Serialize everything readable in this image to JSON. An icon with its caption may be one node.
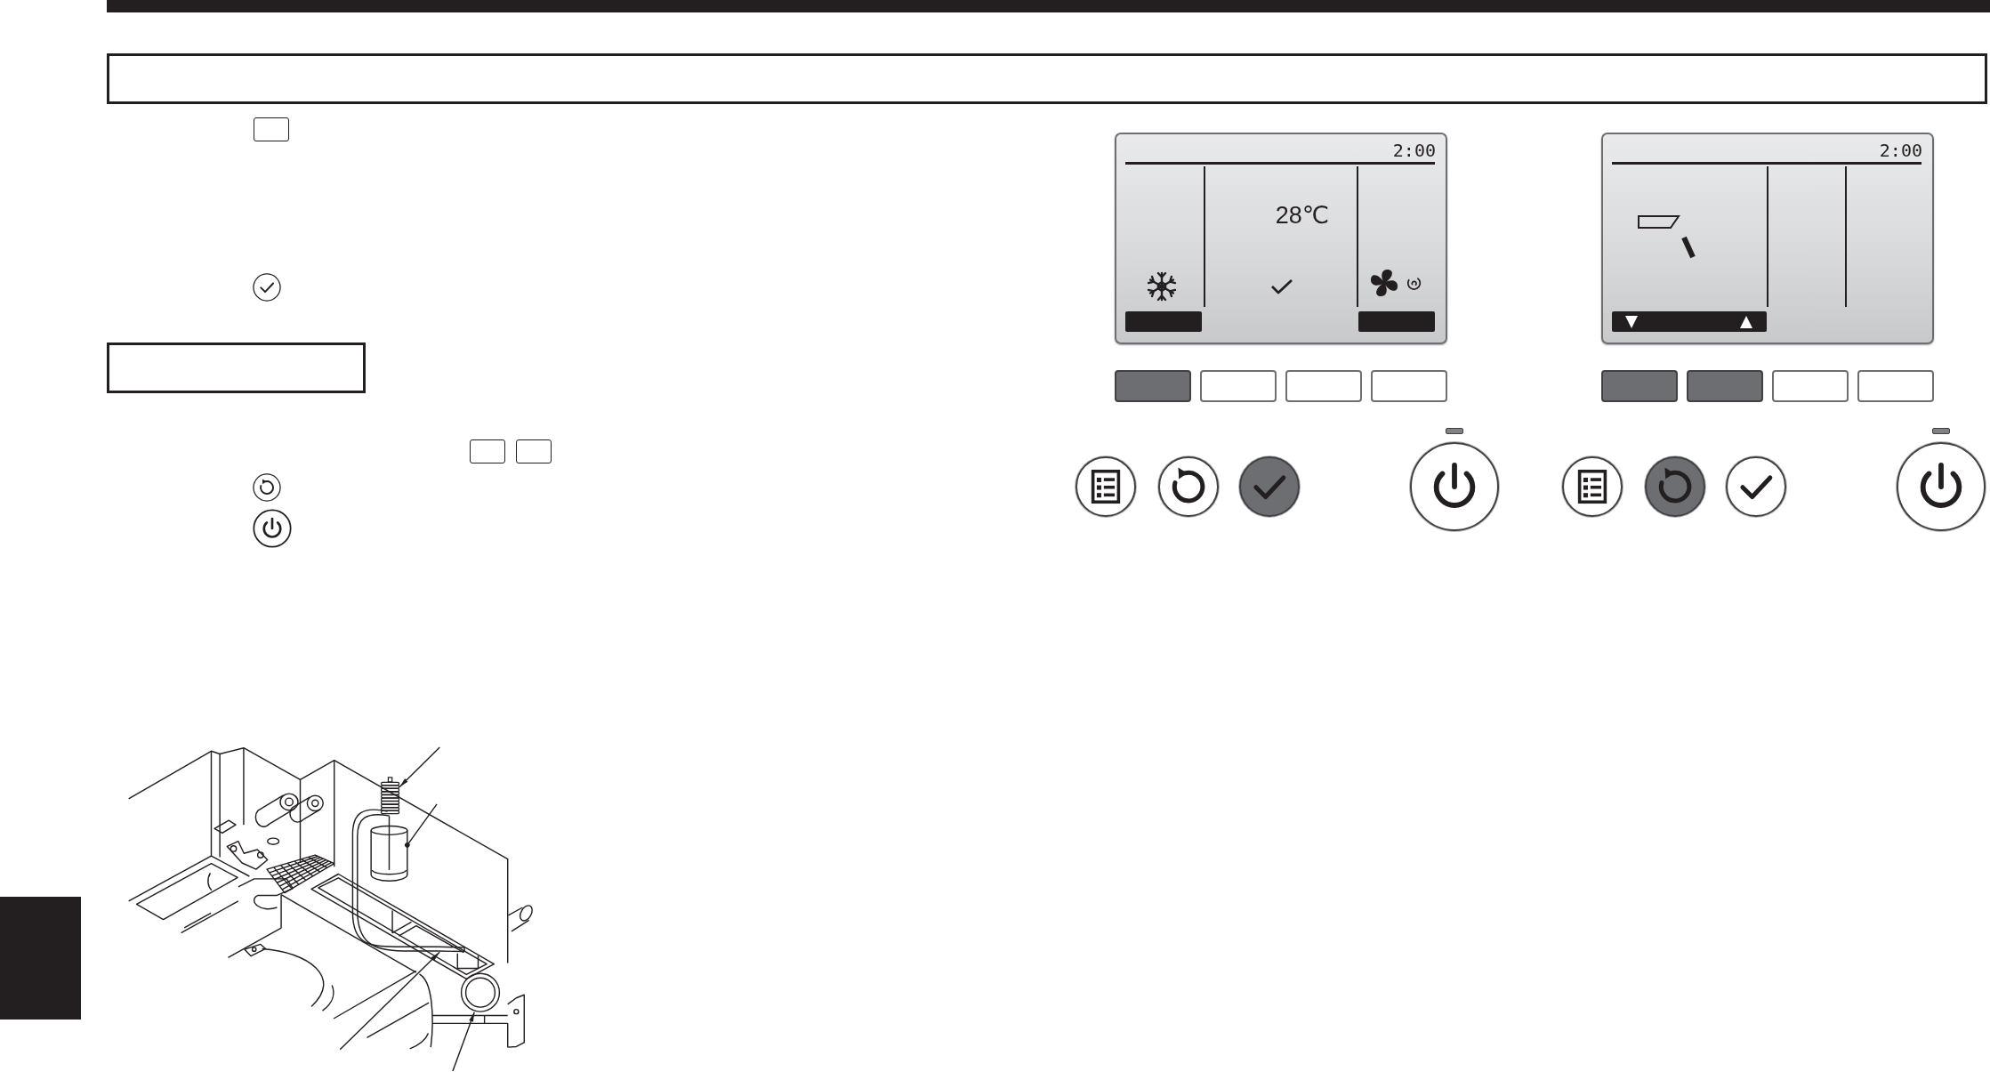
{
  "diagram": {
    "nodes": [
      {
        "text": [
          "2:00",
          "28℃"
        ]
      },
      {
        "text": [],
        "shape": "bar",
        "in": 0
      },
      {
        "text": [],
        "shape": "bar",
        "in": 0
      },
      {
        "text": [
          "2:00"
        ]
      },
      {
        "text": [],
        "shape": "box"
      },
      {
        "text": [],
        "shape": "box"
      },
      {
        "text": [],
        "shape": "box"
      },
      {
        "text": [],
        "shape": "box"
      },
      {
        "text": [],
        "shape": "box"
      },
      {
        "text": [],
        "shape": "box"
      },
      {
        "text": [],
        "shape": "box"
      },
      {
        "text": [],
        "shape": "box"
      },
      {
        "text": [],
        "shape": "picture"
      },
      {
        "text": [],
        "shape": "picture",
        "in": 12
      },
      {
        "text": [],
        "shape": "cylinder",
        "in": 12
      },
      {
        "text": [],
        "shape": "picture",
        "in": 12
      },
      {
        "text": [],
        "shape": "circle",
        "in": 12
      },
      {
        "text": [],
        "shape": "box"
      }
    ],
    "edges": [
      {
        "from": 12,
        "to": 13,
        "arrow": "to"
      },
      {
        "from": null,
        "to": 14,
        "arrow": "other"
      },
      {
        "from": 12,
        "to": 15,
        "arrow": "to"
      },
      {
        "from": null,
        "to": 16,
        "arrow": "to"
      }
    ]
  }
}
